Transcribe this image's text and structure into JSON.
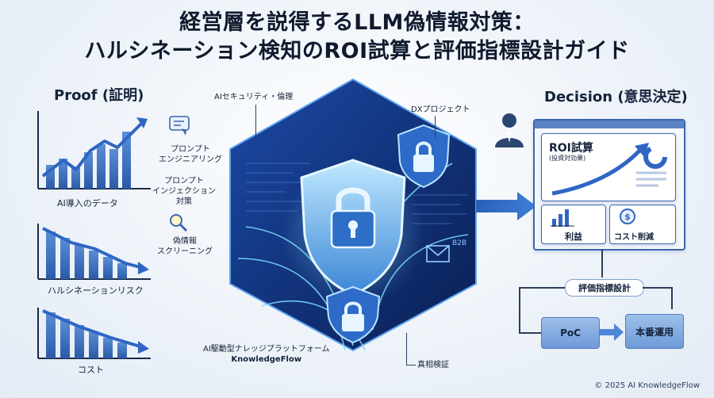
{
  "title": {
    "line1": "経営層を説得するLLM偽情報対策：",
    "line2": "ハルシネーション検知のROI試算と評価指標設計ガイド"
  },
  "left": {
    "heading": "Proof (証明)",
    "chart1_label": "AI導入のデータ",
    "chart2_label": "ハルシネーションリスク",
    "chart3_label": "コスト"
  },
  "methods": {
    "prompt_eng_line1": "プロンプト",
    "prompt_eng_line2": "エンジニアリング",
    "prompt_inj_line1": "プロンプト",
    "prompt_inj_line2": "インジェクション",
    "prompt_inj_line3": "対策",
    "screening_line1": "偽情報",
    "screening_line2": "スクリーニング"
  },
  "center": {
    "ai_security": "AIセキュリティ・倫理",
    "dx_project": "DXプロジェクト",
    "platform_line1": "AI駆動型ナレッジプラットフォーム",
    "platform_line2": "KnowledgeFlow",
    "verification": "真相検証",
    "b2b": "B2B"
  },
  "right": {
    "heading": "Decision (意思決定)",
    "roi_title": "ROI試算",
    "roi_sub": "(投資対効果)",
    "profit": "利益",
    "cost_reduction": "コスト削減",
    "metric_design": "評価指標設計",
    "poc": "PoC",
    "production": "本番運用"
  },
  "copyright": "© 2025 AI KnowledgeFlow",
  "colors": {
    "accent": "#3a67b0",
    "hex_dark": "#0f2a66",
    "glow": "#5fd0ff"
  },
  "icons": [
    "chat-icon",
    "search-icon",
    "lock-icon",
    "shield-icon",
    "person-icon",
    "dollar-icon",
    "arrow-right-icon"
  ]
}
